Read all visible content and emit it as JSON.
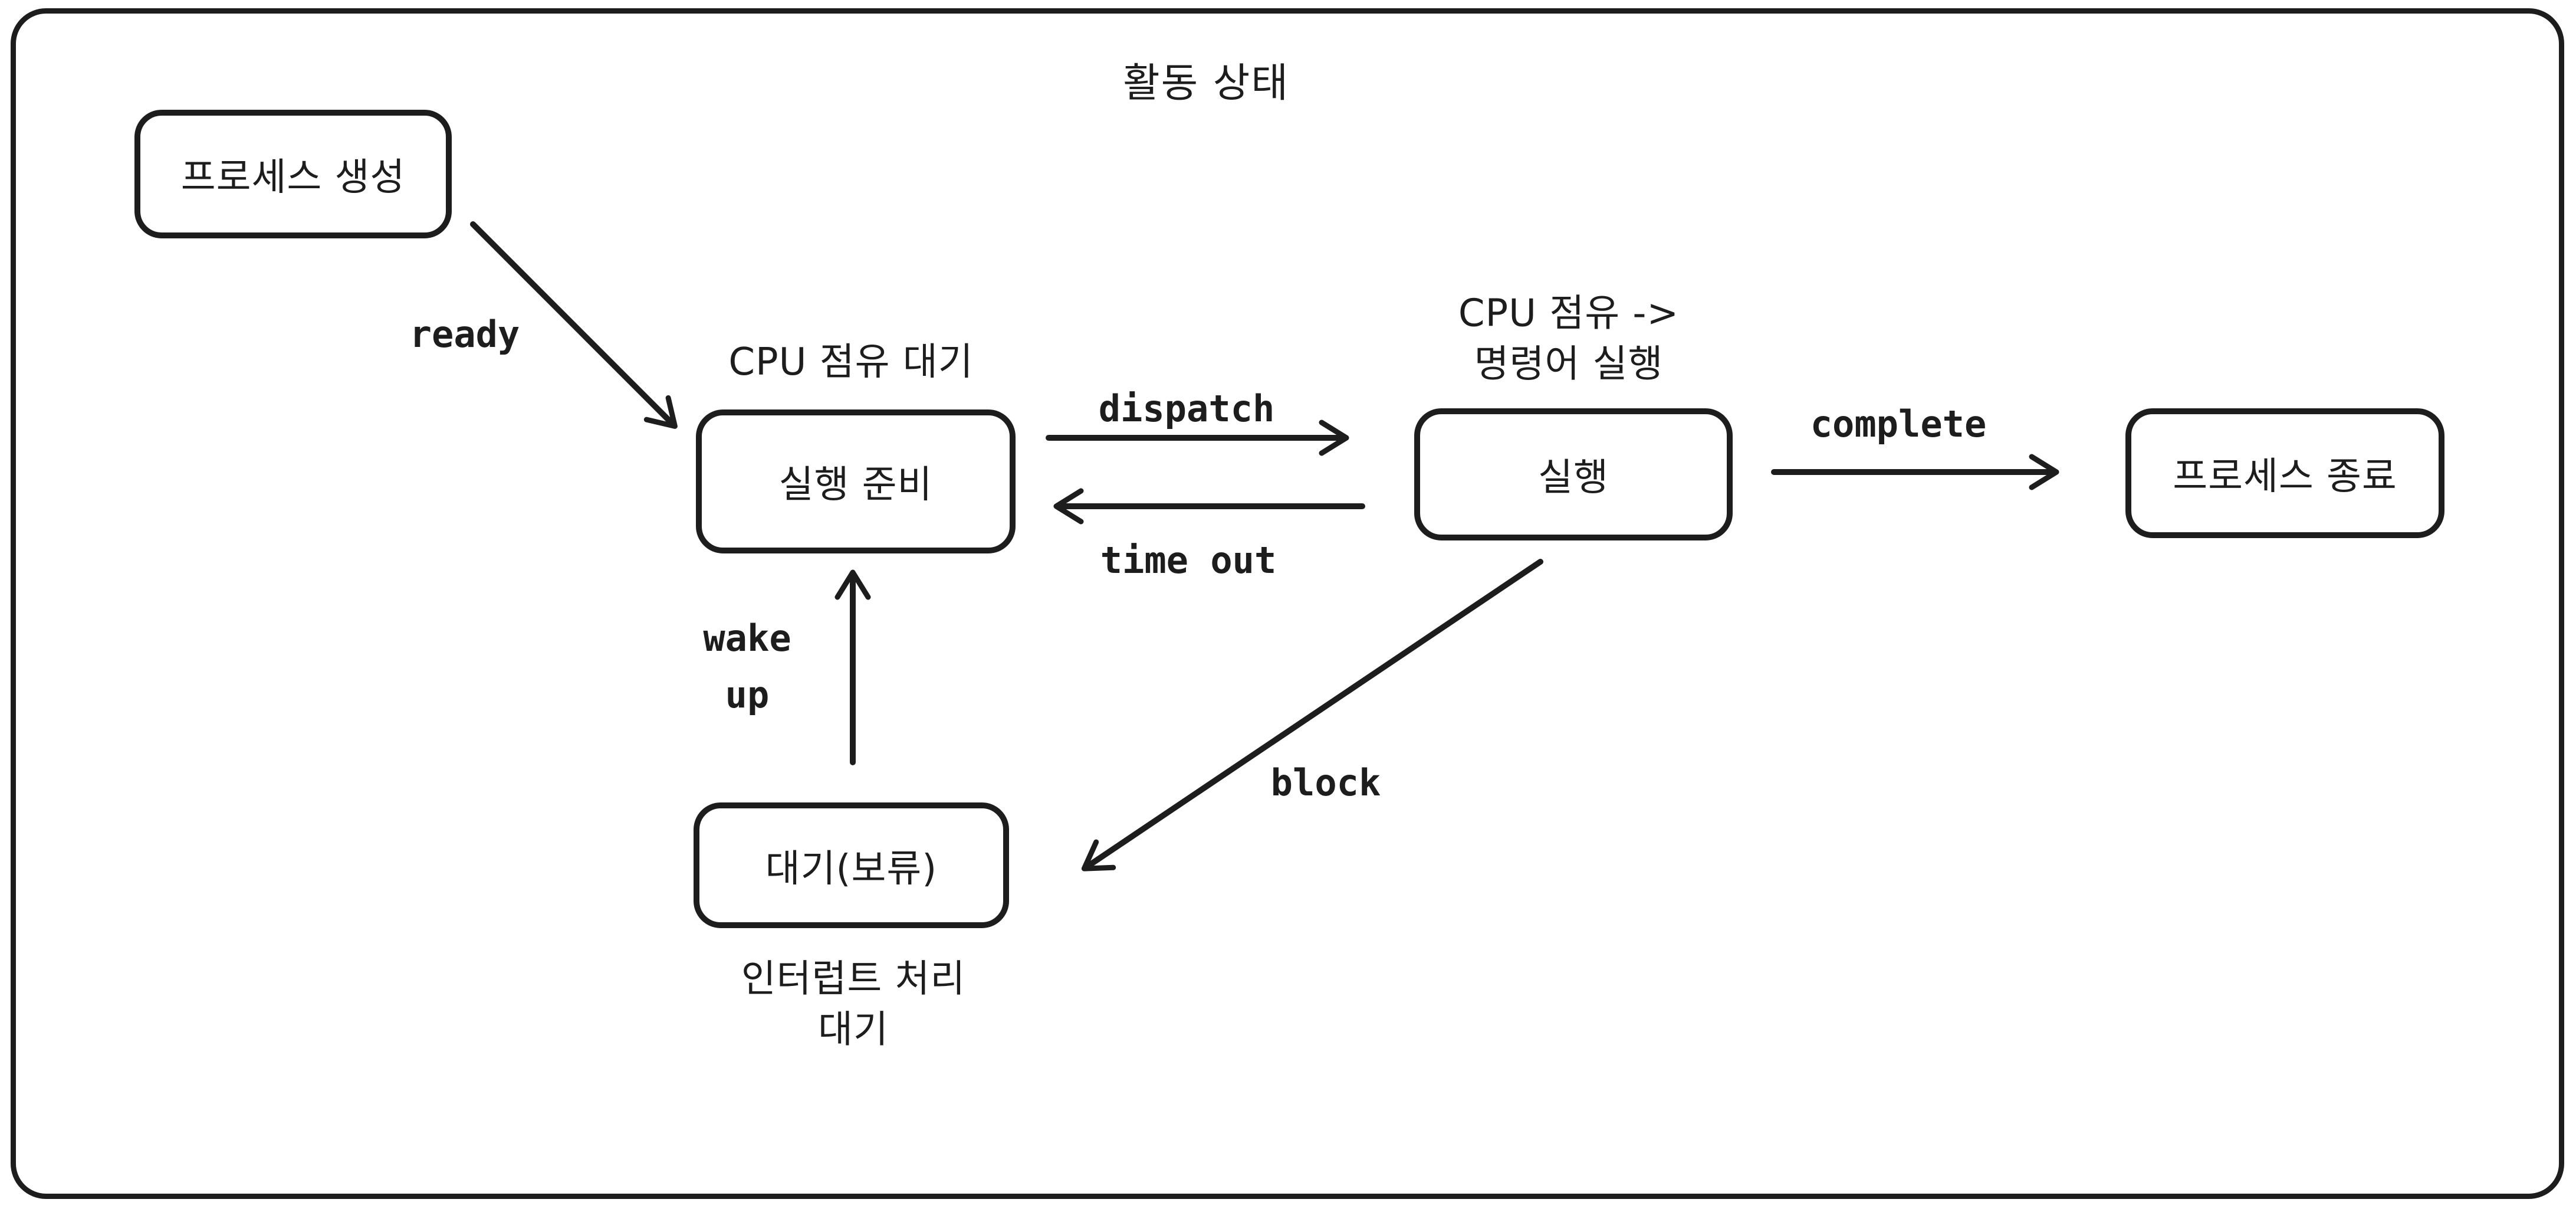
{
  "figure": {
    "title": "활동 상태",
    "background_color": "#ffffff",
    "stroke_color": "#1d1d1d",
    "type": "state-transition-diagram"
  },
  "nodes": {
    "create": {
      "label": "프로세스 생성"
    },
    "ready": {
      "label": "실행 준비",
      "caption_above": "CPU 점유 대기"
    },
    "running": {
      "label": "실행",
      "caption_above_lines": [
        "CPU 점유 ->",
        "명령어 실행"
      ]
    },
    "terminated": {
      "label": "프로세스 종료"
    },
    "waiting": {
      "label": "대기(보류)",
      "caption_below_lines": [
        "인터럽트 처리",
        "대기"
      ]
    }
  },
  "edges": {
    "ready": {
      "label": "ready",
      "from": "create",
      "to": "ready"
    },
    "dispatch": {
      "label": "dispatch",
      "from": "ready",
      "to": "running"
    },
    "timeout": {
      "label": "time out",
      "from": "running",
      "to": "ready"
    },
    "complete": {
      "label": "complete",
      "from": "running",
      "to": "terminated"
    },
    "block": {
      "label": "block",
      "from": "running",
      "to": "waiting"
    },
    "wakeup": {
      "label_lines": [
        "wake",
        "up"
      ],
      "from": "waiting",
      "to": "ready"
    }
  }
}
